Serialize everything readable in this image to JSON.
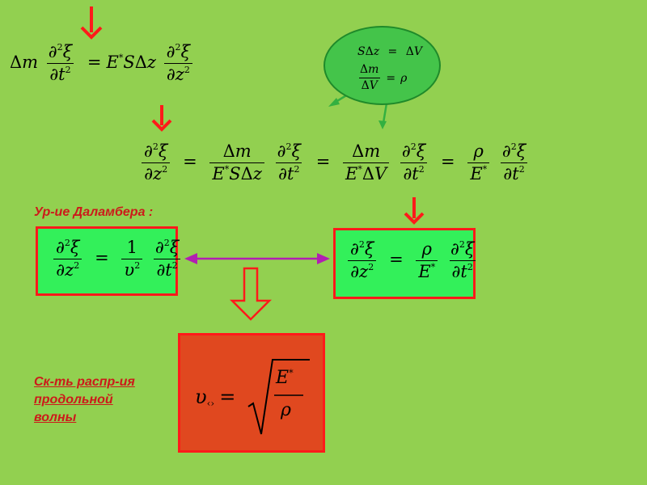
{
  "labels": {
    "dalamber": "Ур-ие Даламбера :",
    "speed_line1": "Ск-ть распр-ия",
    "speed_line2": "продольной",
    "speed_line3": "волны"
  },
  "colors": {
    "background": "#92d050",
    "red_arrow": "#ff1a1a",
    "green_box": "#33f05a",
    "result_box": "#e0481f",
    "bubble": "#44c44a",
    "purple_arrow": "#b21fb2",
    "label_red": "#cc1a1a"
  },
  "icons": {
    "down_arrow": "red-down-arrow-icon",
    "double_arrow": "purple-double-arrow-icon",
    "hollow_arrow": "hollow-down-arrow-icon"
  }
}
